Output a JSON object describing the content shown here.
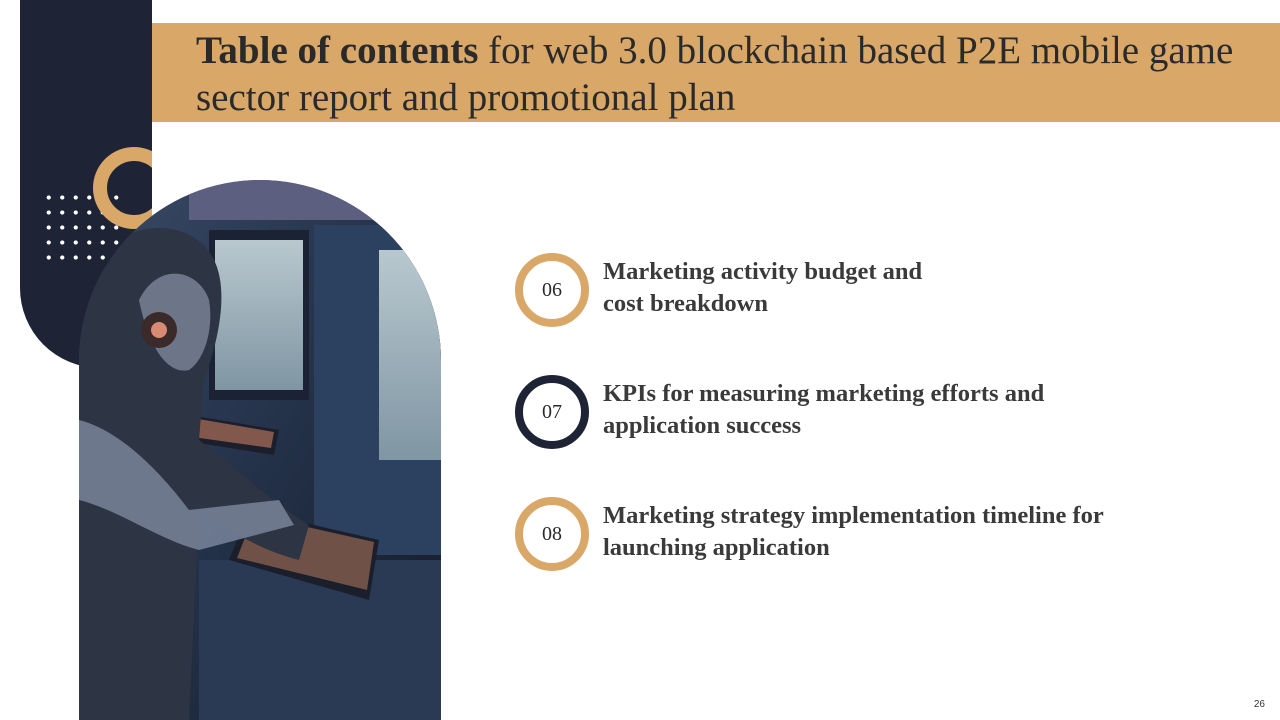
{
  "slide": {
    "title_bold": "Table of contents",
    "title_rest": " for web 3.0 blockchain based P2E mobile game sector report and promotional plan",
    "page_number": "26"
  },
  "items": [
    {
      "number": "06",
      "label": "Marketing activity budget and\ncost breakdown"
    },
    {
      "number": "07",
      "label": "KPIs for measuring marketing efforts and\napplication success"
    },
    {
      "number": "08",
      "label": "Marketing strategy implementation timeline for\nlaunching application"
    }
  ],
  "colors": {
    "accent": "#d9a868",
    "navy": "#1e2436"
  }
}
